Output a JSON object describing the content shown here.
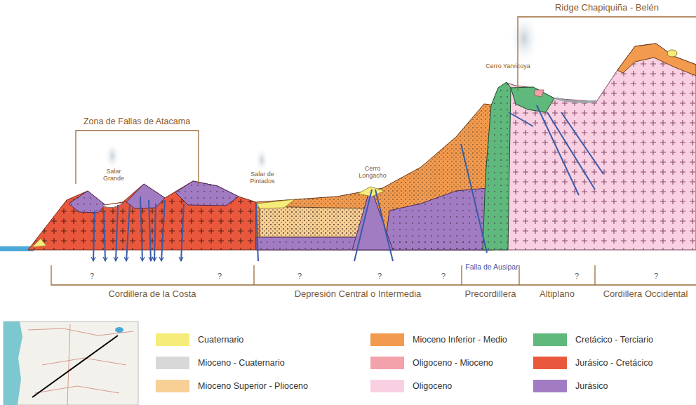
{
  "diagram": {
    "labels": [
      "Ridge Chapiquiña - Belén",
      "Zona de Fallas de Atacama",
      "Cerro Yarvicoya",
      "Salar Grande",
      "Salar de Pintados",
      "Cerro Longacho",
      "?",
      "?",
      "?",
      "?",
      "?",
      "?",
      "?",
      "Falla de Ausipar",
      "Cordillera de la Costa",
      "Depresión Central o Intermedia",
      "Precordillera",
      "Altiplano",
      "Cordillera Occidental"
    ],
    "legend": [
      {
        "text": "Cuaternario",
        "color": "#f6ec79"
      },
      {
        "text": "Mioceno Inferior - Medio",
        "color": "#f29a4e"
      },
      {
        "text": "Cretácico - Terciario",
        "color": "#5fb87c"
      },
      {
        "text": "Mioceno - Cuaternario",
        "color": "#d8d8d8"
      },
      {
        "text": "Oligoceno - Mioceno",
        "color": "#f3a1aa"
      },
      {
        "text": "Jurásico - Cretácico",
        "color": "#e9583c"
      },
      {
        "text": "Mioceno Superior - Plioceno",
        "color": "#f8cf95"
      },
      {
        "text": "Oligoceno",
        "color": "#f8d0e2"
      },
      {
        "text": "Jurásico",
        "color": "#a27cc2"
      }
    ]
  }
}
